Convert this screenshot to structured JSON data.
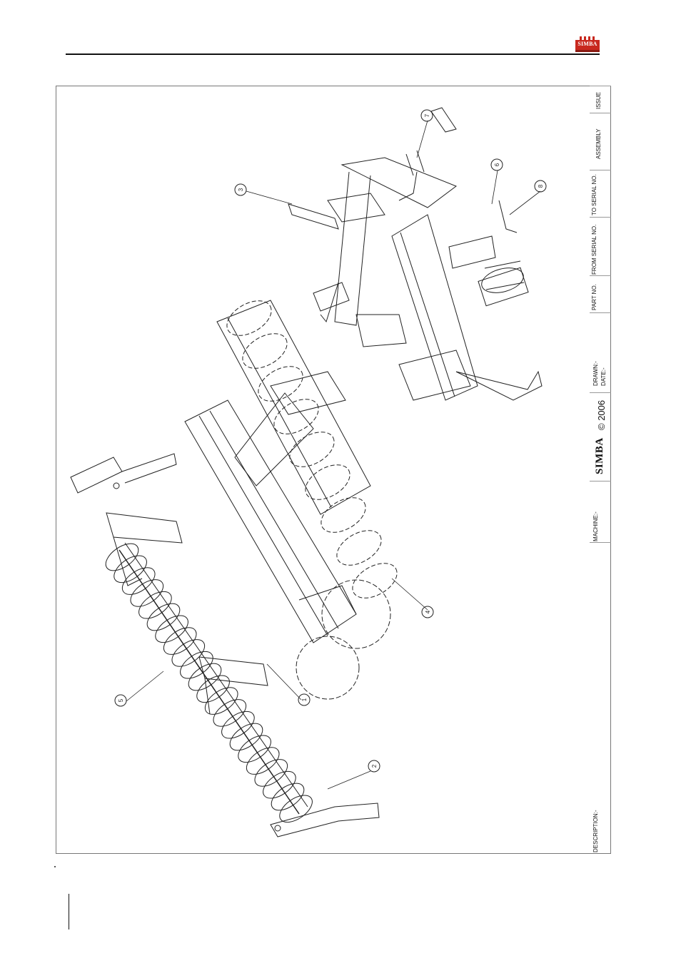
{
  "header": {
    "logo_text": "SIMBA",
    "brand_color": "#c8281e"
  },
  "title_block": {
    "issue_label": "ISSUE",
    "assembly_label": "ASSEMBLY",
    "to_serial_label": "TO SERIAL NO.",
    "from_serial_label": "FROM SERIAL NO.",
    "part_no_label": "PART NO.",
    "drawn_label": "DRAWN:-",
    "date_label": "DATE:-",
    "copyright_logo": "SIMBA",
    "copyright_text": "© 2006",
    "machine_label": "MACHINE:-",
    "description_label": "DESCRIPTION:-"
  },
  "drawing": {
    "callouts": [
      "1",
      "2",
      "3",
      "4",
      "5",
      "6",
      "7",
      "8"
    ]
  }
}
